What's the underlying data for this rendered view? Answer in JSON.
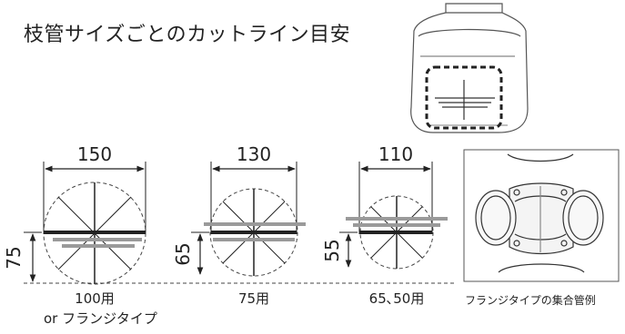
{
  "title": "枝管サイズごとのカットライン目安",
  "diagrams": [
    {
      "width_label": "150",
      "height_label": "75",
      "caption": "100用",
      "caption2": "or フランジタイプ"
    },
    {
      "width_label": "130",
      "height_label": "65",
      "caption": "75用"
    },
    {
      "width_label": "110",
      "height_label": "55",
      "caption": "65､50用"
    }
  ],
  "photo_caption": "フランジタイプの集合管例",
  "colors": {
    "line": "#222222",
    "gray_band": "#9a9a9a",
    "dash": "#444444"
  }
}
